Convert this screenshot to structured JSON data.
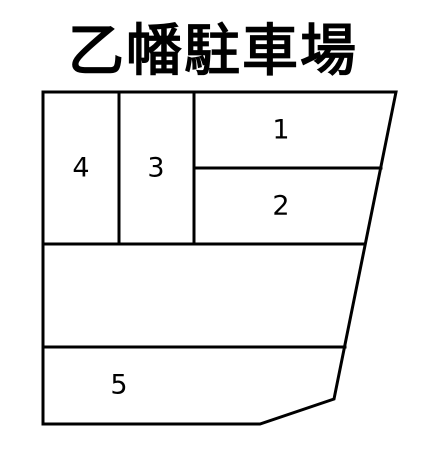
{
  "title": "乙幡駐車場",
  "slots": {
    "slot1": "1",
    "slot2": "2",
    "slot3": "3",
    "slot4": "4",
    "slot5": "5"
  },
  "colors": {
    "line": "#000000",
    "background": "#ffffff"
  }
}
